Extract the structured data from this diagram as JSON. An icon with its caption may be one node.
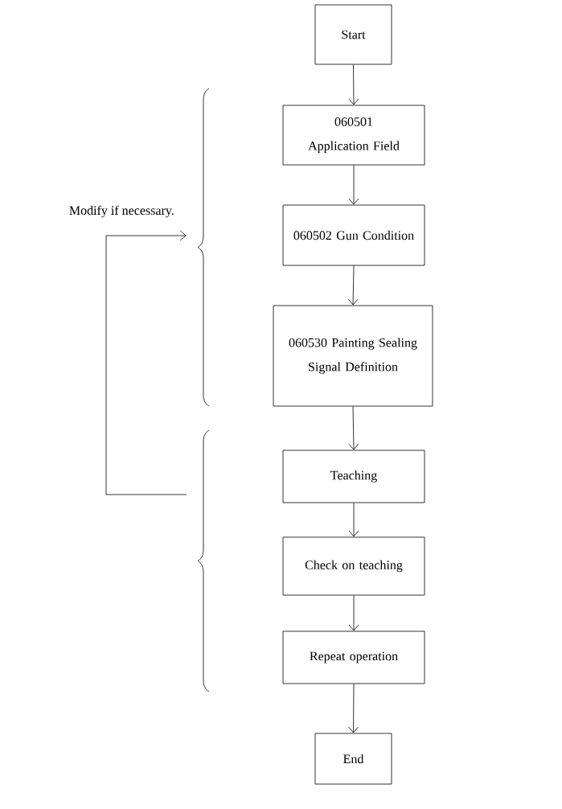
{
  "diagram": {
    "nodes": [
      {
        "text": [
          "Start"
        ]
      },
      {
        "text": [
          "060501 Application Field"
        ]
      },
      {
        "text": [
          "060502 Gun Condition"
        ]
      },
      {
        "text": [
          "060530 Painting Sealing Signal Definition"
        ]
      },
      {
        "text": [
          "Teaching"
        ]
      },
      {
        "text": [
          "Check on teaching"
        ]
      },
      {
        "text": [
          "Repeat operation"
        ]
      },
      {
        "text": [
          "End"
        ]
      },
      {
        "text": [],
        "shape": "brace"
      },
      {
        "text": [],
        "shape": "brace"
      }
    ],
    "edges": [
      {
        "from": 0,
        "to": 1,
        "arrow": "to"
      },
      {
        "from": 1,
        "to": 2,
        "arrow": "to"
      },
      {
        "from": 2,
        "to": 3,
        "arrow": "to"
      },
      {
        "from": 3,
        "to": 4,
        "arrow": "to"
      },
      {
        "from": 4,
        "to": 5,
        "arrow": "to"
      },
      {
        "from": 5,
        "to": 6,
        "arrow": "to"
      },
      {
        "from": 6,
        "to": 7,
        "arrow": "to"
      },
      {
        "from": 9,
        "to": 8,
        "arrow": "to",
        "label": "Modify if necessary."
      }
    ]
  }
}
